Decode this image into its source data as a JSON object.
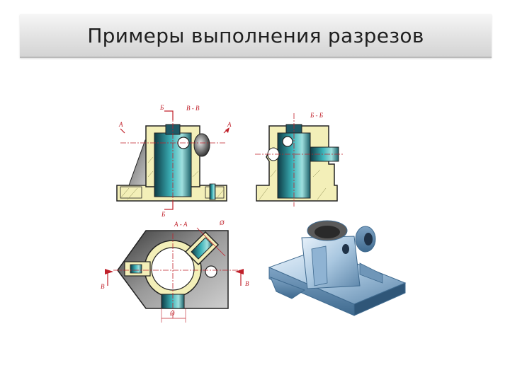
{
  "slide": {
    "title": "Примеры выполнения разрезов"
  },
  "labels": {
    "section_bb": "В - В",
    "section_bb_right": "Б - Б",
    "section_aa": "А - А",
    "cut_b_top": "Б",
    "cut_b_bottom": "Б",
    "cut_a_left": "А",
    "cut_a_right": "А",
    "cut_v_left": "В",
    "cut_v_right": "В",
    "diameter_1": "Ø",
    "diameter_2": "Ø"
  }
}
